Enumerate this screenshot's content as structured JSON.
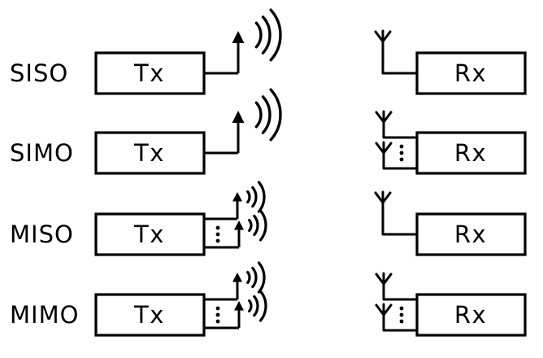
{
  "colors": {
    "ink": "#000000",
    "background": "#ffffff"
  },
  "rows": [
    {
      "label": "SISO",
      "tx": {
        "label": "Tx",
        "antenna_count": 1
      },
      "rx": {
        "label": "Rx",
        "antenna_count": 1
      }
    },
    {
      "label": "SIMO",
      "tx": {
        "label": "Tx",
        "antenna_count": 1
      },
      "rx": {
        "label": "Rx",
        "antenna_count": 2
      }
    },
    {
      "label": "MISO",
      "tx": {
        "label": "Tx",
        "antenna_count": 2
      },
      "rx": {
        "label": "Rx",
        "antenna_count": 1
      }
    },
    {
      "label": "MIMO",
      "tx": {
        "label": "Tx",
        "antenna_count": 2
      },
      "rx": {
        "label": "Rx",
        "antenna_count": 2
      }
    }
  ],
  "icons": {
    "tx_antenna": "up-arrow-antenna-with-radio-waves",
    "rx_antenna": "y-shaped-receive-antenna",
    "multiple_antenna_indicator": "vertical-ellipsis"
  }
}
